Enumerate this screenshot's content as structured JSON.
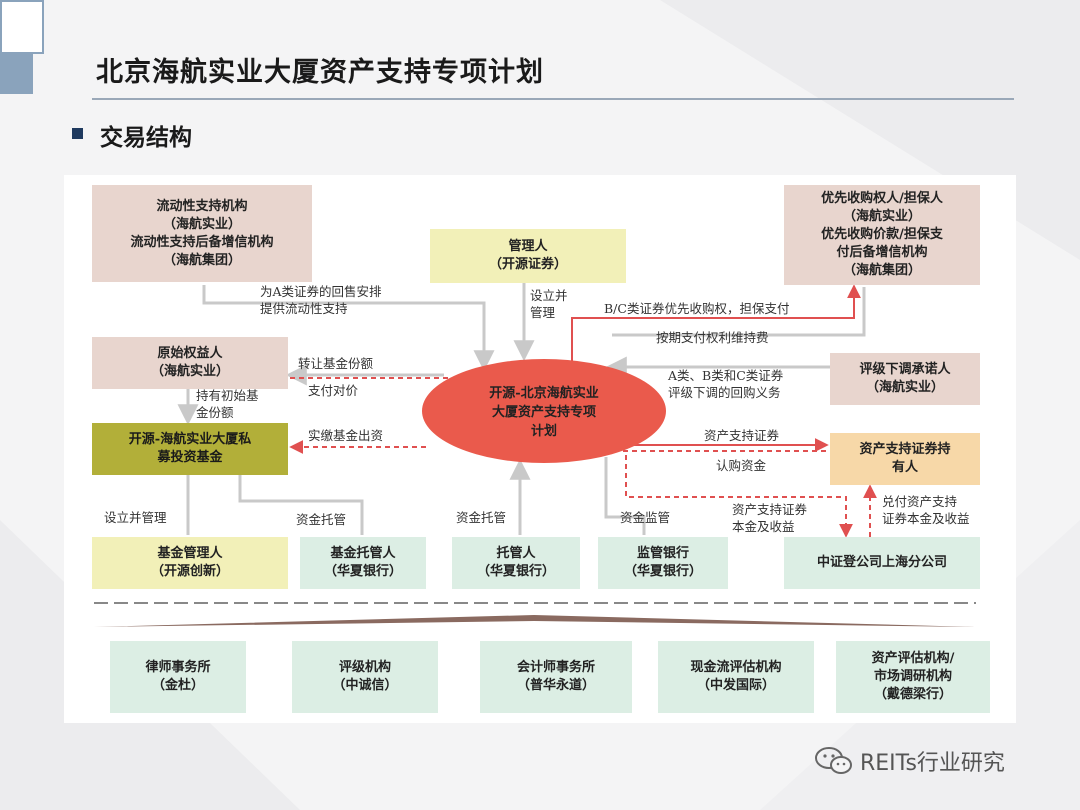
{
  "slide": {
    "title": "北京海航实业大厦资产支持专项计划",
    "section": "交易结构"
  },
  "diagram": {
    "boxes": {
      "liquidity": "流动性支持机构\n（海航实业）\n流动性支持后备增信机构\n（海航集团）",
      "manager": "管理人\n（开源证券）",
      "priority": "优先收购权人/担保人\n（海航实业）\n优先收购价款/担保支\n付后备增信机构\n（海航集团）",
      "original": "原始权益人\n（海航实业）",
      "rating_promisor": "评级下调承诺人\n（海航实业）",
      "fund": "开源-海航实业大厦私\n募投资基金",
      "holders": "资产支持证券持\n有人",
      "fund_manager": "基金管理人\n（开源创新）",
      "fund_custodian": "基金托管人\n（华夏银行）",
      "custodian": "托管人\n（华夏银行）",
      "supervisor": "监管银行\n（华夏银行）",
      "csdc": "中证登公司上海分公司",
      "lawyer": "律师事务所\n（金杜）",
      "rating_agency": "评级机构\n（中诚信）",
      "accountant": "会计师事务所\n（普华永道）",
      "cashflow": "现金流评估机构\n（中发国际）",
      "appraisal": "资产评估机构/\n市场调研机构\n（戴德梁行）"
    },
    "center": "开源-北京海航实业\n大厦资产支持专项\n计划",
    "labels": {
      "buyback": "为A类证券的回售安排\n提供流动性支持",
      "setup_manage": "设立并\n管理",
      "bc_priority": "B/C类证券优先收购权，担保支付",
      "maintenance_fee": "按期支付权利维持费",
      "transfer_share": "转让基金份额",
      "pay_price": "支付对价",
      "abc_class": "A类、B类和C类证券\n评级下调的回购义务",
      "hold_share": "持有初始基\n金份额",
      "pay_capital": "实缴基金出资",
      "abs_out": "资产支持证券",
      "subscribe": "认购资金",
      "setup_fund": "设立并管理",
      "fund_custody": "资金托管",
      "custody": "资金托管",
      "supervise": "资金监管",
      "principal_income": "资产支持证券\n本金及收益",
      "pay_principal": "兑付资产支持\n证券本金及收益"
    }
  },
  "watermark": "REITs行业研究",
  "colors": {
    "arrow_red": "#e05050",
    "arrow_gray": "#c9c9c9",
    "ellipse": "#ea5a4c",
    "bullet": "#1f3a5f"
  }
}
